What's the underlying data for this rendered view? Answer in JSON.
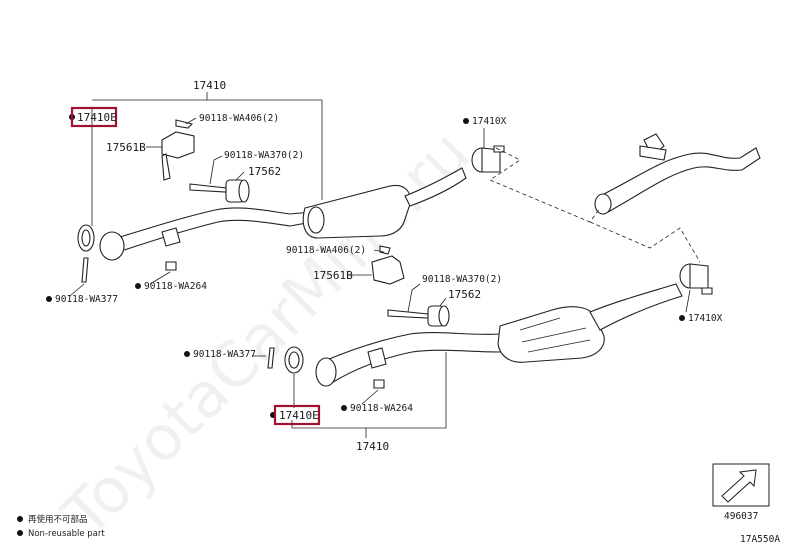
{
  "diagram": {
    "assembly_top": "17410",
    "assembly_bottom": "17410",
    "callouts": {
      "gasket_top": "17410E",
      "gasket_bottom": "17410E",
      "clamp_top_right": "17410X",
      "clamp_right": "17410X",
      "bolt_top_upper": "90118-WA406(2)",
      "bracket_top": "17561B",
      "bolt_long_top": "90118-WA370(2)",
      "cushion_top": "17562",
      "bolt_left": "90118-WA377",
      "nut_top": "90118-WA264",
      "bolt_mid": "90118-WA406(2)",
      "bracket_bottom": "17561B",
      "bolt_long_bottom": "90118-WA370(2)",
      "cushion_bottom": "17562",
      "bolt_left_bottom": "90118-WA377",
      "nut_bottom": "90118-WA264"
    },
    "watermark": "ToyotaCarMine.ru",
    "legend": {
      "dot_note_jp": "再使用不可部品",
      "dot_note_en": "Non-reusable part"
    },
    "ref_code": "496037",
    "figure_code": "17A550A"
  }
}
